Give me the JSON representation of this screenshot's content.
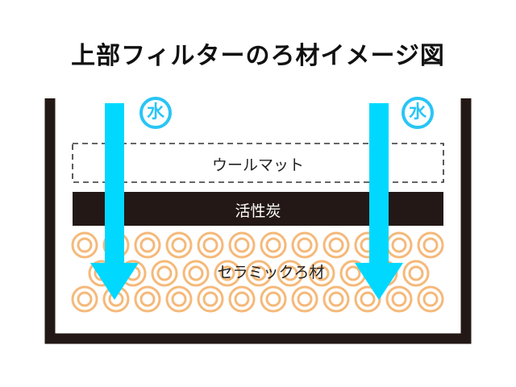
{
  "title": "上部フィルターのろ材イメージ図",
  "water_label": "水",
  "layers": {
    "wool_mat": "ウールマット",
    "activated_carbon": "活性炭",
    "ceramic_media": "セラミックろ材"
  },
  "colors": {
    "container": "#231815",
    "water_arrow": "#00d8ff",
    "water_badge": "#29c5f6",
    "ceramic_ring": "#f5b97a",
    "carbon_layer": "#231815",
    "wool_border": "#333333"
  },
  "icons": [
    "down-arrow-icon",
    "water-badge-icon"
  ]
}
